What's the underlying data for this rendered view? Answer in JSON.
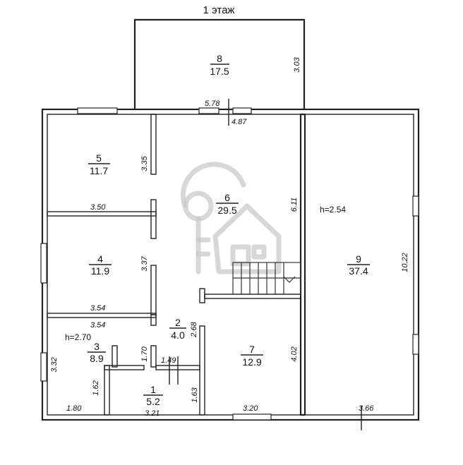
{
  "title": "1 этаж",
  "rooms": [
    {
      "id": "1",
      "number": "1",
      "area": "5.2"
    },
    {
      "id": "2",
      "number": "2",
      "area": "4.0"
    },
    {
      "id": "3",
      "number": "3",
      "area": "8.9"
    },
    {
      "id": "4",
      "number": "4",
      "area": "11.9"
    },
    {
      "id": "5",
      "number": "5",
      "area": "11.7"
    },
    {
      "id": "6",
      "number": "6",
      "area": "29.5"
    },
    {
      "id": "7",
      "number": "7",
      "area": "12.9"
    },
    {
      "id": "8",
      "number": "8",
      "area": "17.5"
    },
    {
      "id": "9",
      "number": "9",
      "area": "37.4"
    }
  ],
  "heights": {
    "room3": "h=2.70",
    "room9": "h=2.54"
  },
  "dimensions": {
    "d_578": "5.78",
    "d_487": "4.87",
    "d_303": "3.03",
    "d_335": "3.35",
    "d_350": "3.50",
    "d_611": "6.11",
    "d_337": "3.37",
    "d_354a": "3.54",
    "d_354b": "3.54",
    "d_268": "2.68",
    "d_332": "3.32",
    "d_170": "1.70",
    "d_149": "1.49",
    "d_162": "1.62",
    "d_163": "1.63",
    "d_180": "1.80",
    "d_321": "3.21",
    "d_320": "3.20",
    "d_402": "4.02",
    "d_366": "3.66",
    "d_1022": "10.22"
  }
}
